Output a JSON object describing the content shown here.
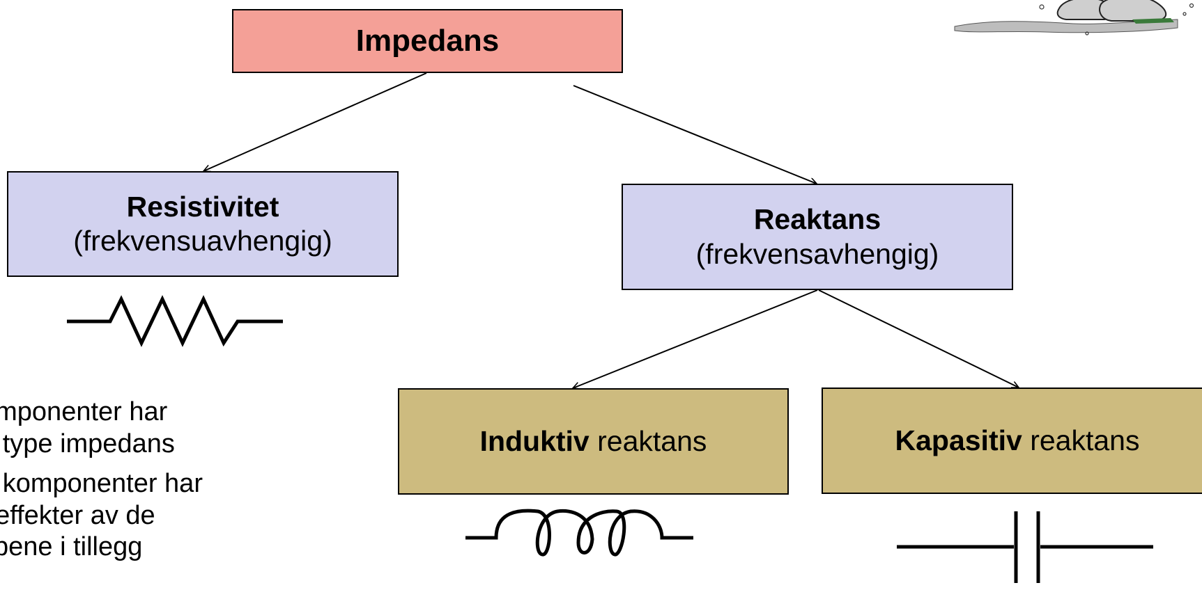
{
  "colors": {
    "root_fill": "#f4a097",
    "branch_fill": "#d2d2ef",
    "leaf_fill": "#cdbb7f",
    "line": "#000000"
  },
  "diagram": {
    "root": {
      "title": "Impedans"
    },
    "resistivity": {
      "title": "Resistivitet",
      "subtitle": "(frekvensuavhengig)",
      "symbol": "resistor-icon"
    },
    "reactance": {
      "title": "Reaktans",
      "subtitle": "(frekvensavhengig)"
    },
    "inductive": {
      "bold": "Induktiv",
      "rest": "reaktans",
      "symbol": "inductor-icon"
    },
    "capacitive": {
      "bold": "Kapasitiv",
      "rest": "reaktans",
      "symbol": "capacitor-icon"
    }
  },
  "side_text": {
    "bullets": [
      {
        "lines": [
          "omponenter har",
          "n type impedans"
        ]
      },
      {
        "lines": [
          "e komponenter har",
          "tteffekter av de",
          "ypene i tillegg"
        ]
      }
    ]
  },
  "decoration": "cartoon-shoes-icon"
}
